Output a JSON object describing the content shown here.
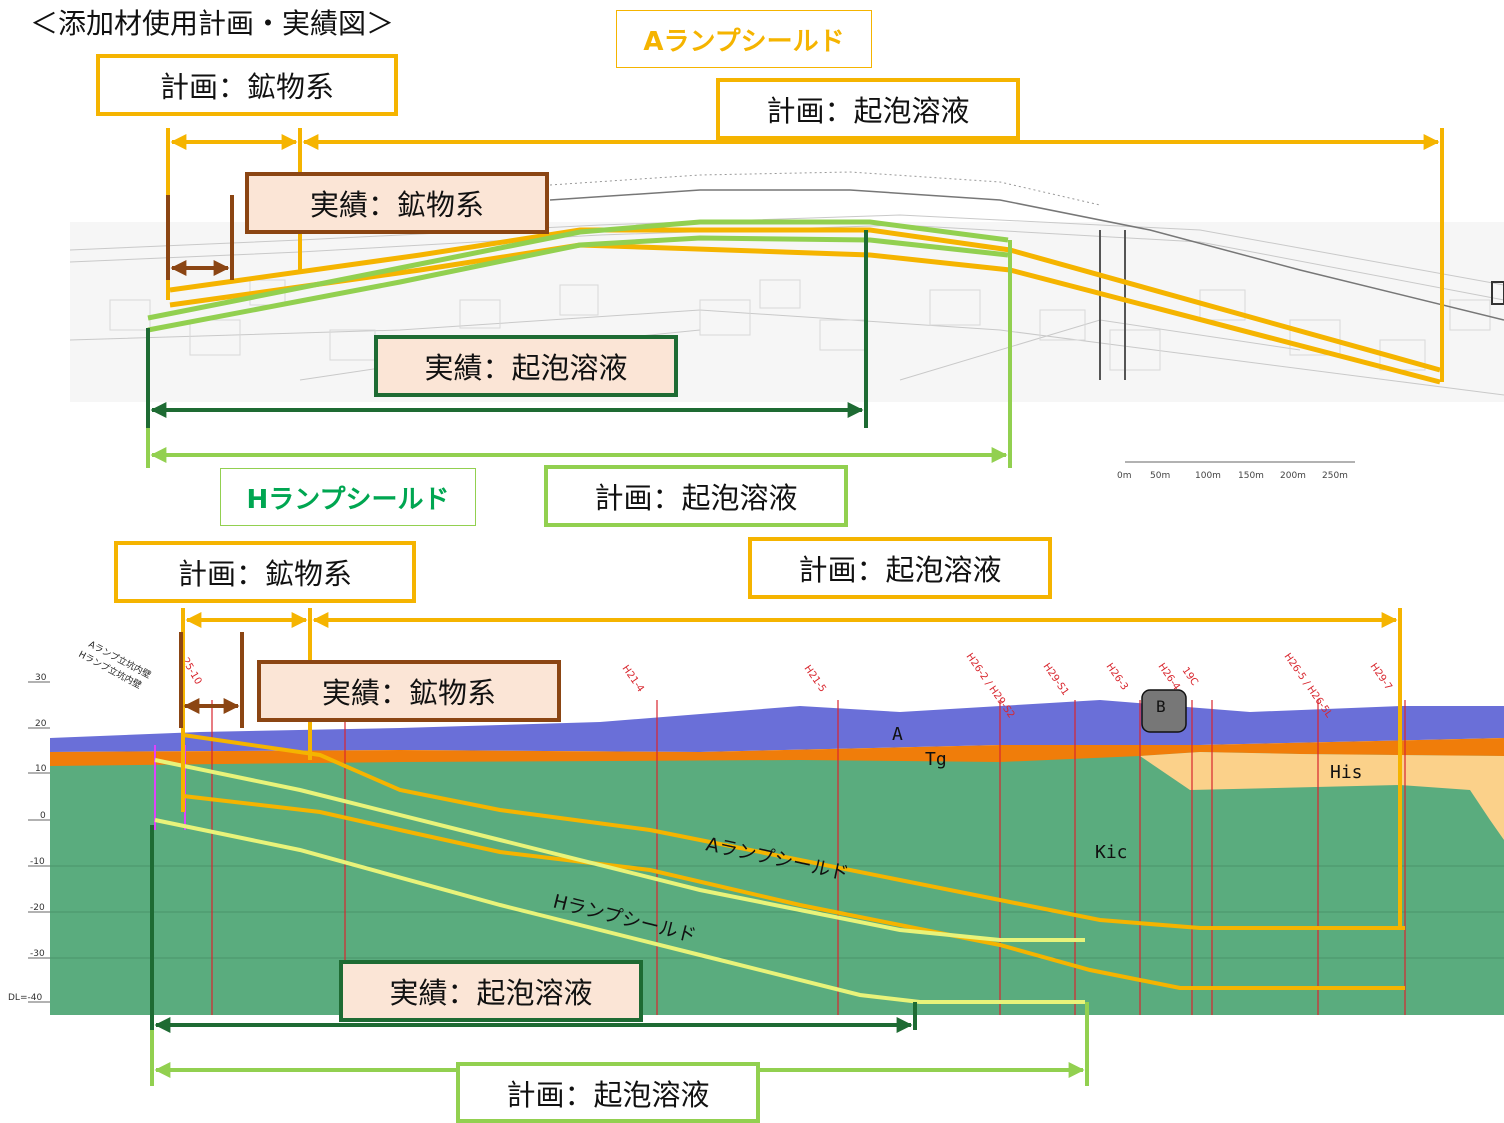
{
  "title": "＜添加材使用計画・実績図＞",
  "labels": {
    "a_shield": "Aランプシールド",
    "h_shield": "Hランプシールド",
    "plan_mineral": "計画：鉱物系",
    "actual_mineral": "実績：鉱物系",
    "plan_foam": "計画：起泡溶液",
    "actual_foam": "実績：起泡溶液"
  },
  "scale": {
    "ticks": [
      "0m",
      "50m",
      "100m",
      "150m",
      "200m",
      "250m"
    ]
  },
  "profile": {
    "elevation_ticks": [
      "30",
      "20",
      "10",
      "0",
      "-10",
      "-20",
      "-30",
      "DL=-40"
    ],
    "boreholes": [
      "25-10",
      "H21-4",
      "H21-5",
      "H26-2\nH29-S2",
      "H29-S1",
      "H26-3",
      "H26-4",
      "19C",
      "H26-5\nH26-5L",
      "H29-7"
    ],
    "layers": [
      "A",
      "Tg",
      "His",
      "Kic",
      "B"
    ],
    "shaft_labels": [
      "Aランプ立坑内壁",
      "Hランプ立坑内壁"
    ],
    "curve_labels": [
      "Aランプシールド",
      "Hランプシールド"
    ]
  },
  "colors": {
    "plan_yellow": "#f5b400",
    "plan_green": "#92d050",
    "actual_brown": "#8b4513",
    "actual_darkgreen": "#1e6b33",
    "ground_a": "#6a6fd8",
    "ground_tg": "#f07d0a",
    "ground_his": "#fbd18a",
    "ground_kic": "#5aac7e"
  }
}
